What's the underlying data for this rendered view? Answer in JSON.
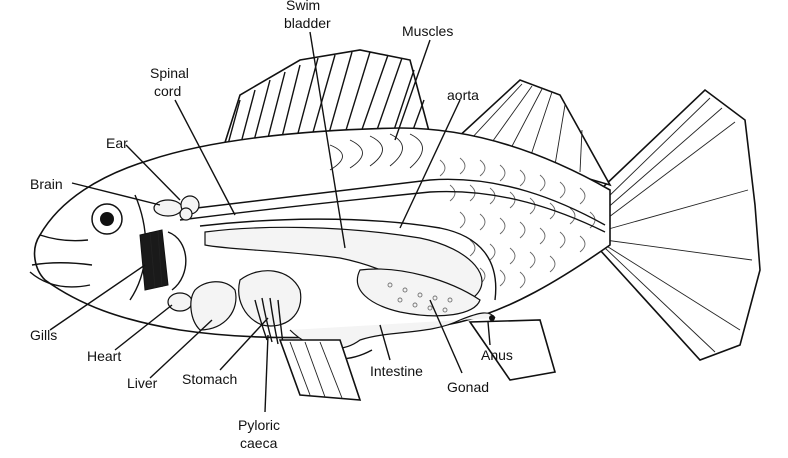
{
  "labels": {
    "swim_bladder": [
      "Swim",
      "bladder"
    ],
    "muscles": "Muscles",
    "spinal_cord": [
      "Spinal",
      "cord"
    ],
    "aorta": "aorta",
    "ear": "Ear",
    "brain": "Brain",
    "gills": "Gills",
    "heart": "Heart",
    "liver": "Liver",
    "stomach": "Stomach",
    "pyloric_caeca": [
      "Pyloric",
      "caeca"
    ],
    "intestine": "Intestine",
    "gonad": "Gonad",
    "anus": "Anus"
  }
}
